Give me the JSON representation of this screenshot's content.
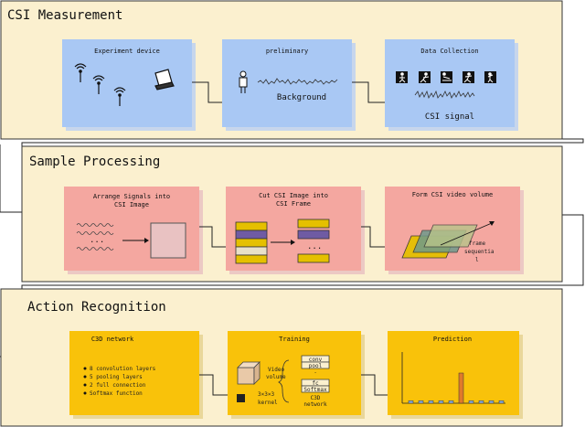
{
  "stages": [
    {
      "title": "CSI Measurement",
      "boxes": [
        {
          "title": "Experiment device"
        },
        {
          "title": "preliminary",
          "caption": "Background"
        },
        {
          "title": "Data Collection",
          "caption": "CSI signal"
        }
      ]
    },
    {
      "title": "Sample Processing",
      "boxes": [
        {
          "title_line1": "Arrange Signals into",
          "title_line2": "CSI Image",
          "dots": "..."
        },
        {
          "title_line1": "Cut CSI Image into",
          "title_line2": "CSI Frame",
          "dots": "..."
        },
        {
          "title": "Form CSI video volume",
          "frame_label_line1": "frame",
          "frame_label_line2": "sequentia",
          "frame_label_line3": "l"
        }
      ]
    },
    {
      "title": "Action Recognition",
      "boxes": [
        {
          "title": "C3D network",
          "bullets": [
            "8 convolution layers",
            "5 pooling layers",
            "2 full connection",
            "Softmax function"
          ]
        },
        {
          "title": "Training",
          "video_line1": "Video",
          "video_line2": "volume",
          "kernel_line1": "3×3×3",
          "kernel_line2": "kernel",
          "layer_conv": "conv",
          "layer_pool": "pool",
          "layer_fc": "fc",
          "layer_softmax": "Softmax",
          "c3d_line1": "C3D",
          "c3d_line2": "network"
        },
        {
          "title": "Prediction"
        }
      ]
    }
  ],
  "colors": {
    "stage_bg": "#fbf0cf",
    "blue_box": "#a9c8f4",
    "red_box": "#f4a7a0",
    "yellow_box": "#f9c20a"
  },
  "prediction_bars": [
    0.05,
    0.05,
    0.05,
    0.05,
    0.05,
    0.6,
    0.05,
    0.05,
    0.05,
    0.05
  ]
}
